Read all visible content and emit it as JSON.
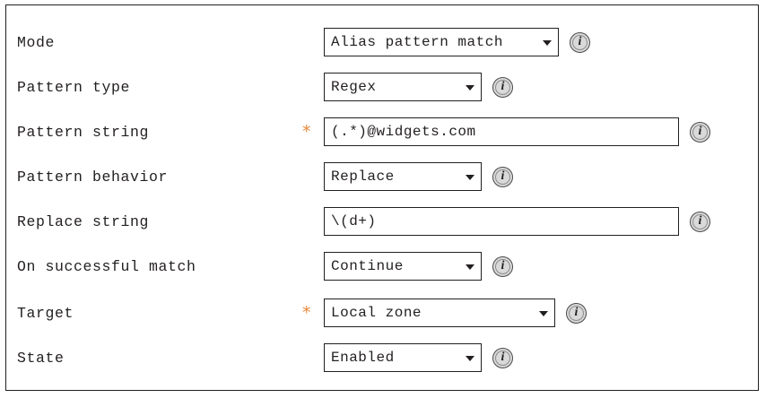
{
  "form": {
    "required_marker": "*",
    "info_icon_glyph": "i",
    "accent_color": "#e8883a",
    "border_color": "#231f20",
    "rows": [
      {
        "label": "Mode",
        "control": "select",
        "value": "Alias pattern match",
        "required": false,
        "info": true
      },
      {
        "label": "Pattern type",
        "control": "select",
        "value": "Regex",
        "required": false,
        "info": true
      },
      {
        "label": "Pattern string",
        "control": "text",
        "value": "(.*)@widgets.com",
        "required": true,
        "info": true
      },
      {
        "label": "Pattern behavior",
        "control": "select",
        "value": "Replace",
        "required": false,
        "info": true
      },
      {
        "label": "Replace string",
        "control": "text",
        "value": "\\(d+)",
        "required": false,
        "info": true
      },
      {
        "label": "On successful match",
        "control": "select",
        "value": "Continue",
        "required": false,
        "info": true
      },
      {
        "label": "Target",
        "control": "select",
        "value": "Local zone",
        "required": true,
        "info": true
      },
      {
        "label": "State",
        "control": "select",
        "value": "Enabled",
        "required": false,
        "info": true
      }
    ]
  }
}
